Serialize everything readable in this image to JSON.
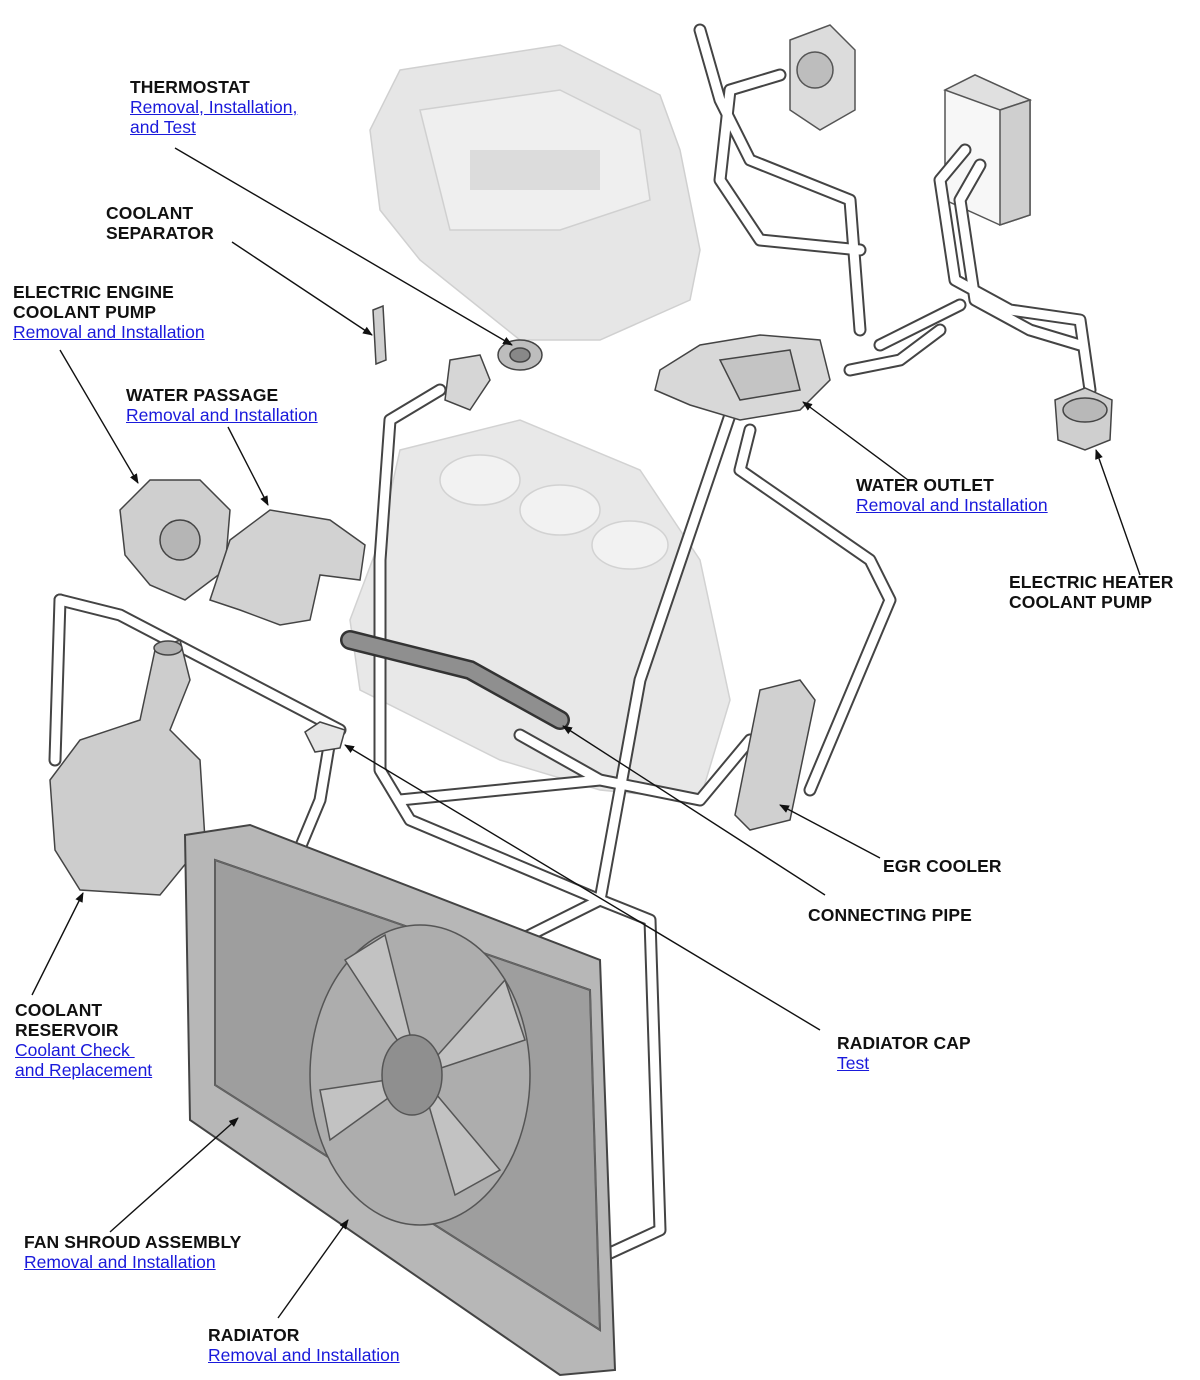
{
  "callouts": {
    "thermostat": {
      "title": [
        "THERMOSTAT"
      ],
      "links": [
        "Removal, Installation,",
        "and Test"
      ]
    },
    "coolant_separator": {
      "title": [
        "COOLANT",
        "SEPARATOR"
      ],
      "links": []
    },
    "electric_engine_coolant_pump": {
      "title": [
        "ELECTRIC ENGINE",
        "COOLANT PUMP"
      ],
      "links": [
        "Removal and Installation"
      ]
    },
    "water_passage": {
      "title": [
        "WATER PASSAGE"
      ],
      "links": [
        "Removal and Installation"
      ]
    },
    "water_outlet": {
      "title": [
        "WATER OUTLET"
      ],
      "links": [
        "Removal and Installation"
      ]
    },
    "electric_heater_coolant_pump": {
      "title": [
        "ELECTRIC HEATER",
        "COOLANT PUMP"
      ],
      "links": []
    },
    "egr_cooler": {
      "title": [
        "EGR COOLER"
      ],
      "links": []
    },
    "connecting_pipe": {
      "title": [
        "CONNECTING PIPE"
      ],
      "links": []
    },
    "coolant_reservoir": {
      "title": [
        "COOLANT",
        "RESERVOIR"
      ],
      "links": [
        "Coolant Check ",
        "and Replacement"
      ]
    },
    "radiator_cap": {
      "title": [
        "RADIATOR CAP"
      ],
      "links": [
        "Test"
      ]
    },
    "fan_shroud_assembly": {
      "title": [
        "FAN SHROUD ASSEMBLY"
      ],
      "links": [
        "Removal and Installation"
      ]
    },
    "radiator": {
      "title": [
        "RADIATOR"
      ],
      "links": [
        "Removal and Installation"
      ]
    }
  },
  "colors": {
    "text": "#111111",
    "link": "#1a1adb",
    "engine": "#e4e4e4",
    "radiator": "#a9a9a9",
    "hose": "#ffffff",
    "outline": "#333333"
  }
}
